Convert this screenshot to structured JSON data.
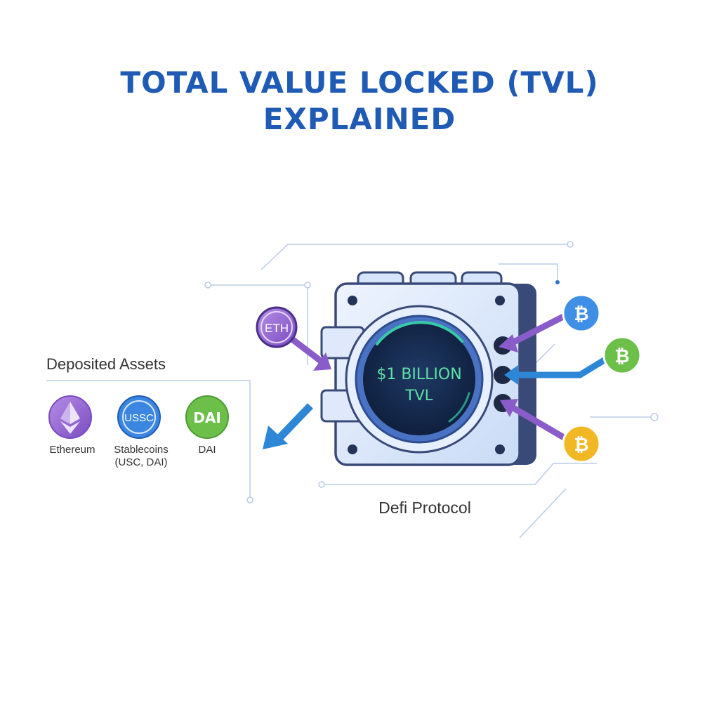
{
  "title": {
    "line1": "TOTAL VALUE LOCKED (TVL)",
    "line2": "EXPLAINED"
  },
  "vault": {
    "value_line1": "$1 BILLION",
    "value_line2": "TVL",
    "label": "Defi Protocol"
  },
  "inflow_tokens": {
    "eth": "ETH",
    "btc_symbol": "₿"
  },
  "legend": {
    "heading": "Deposited Assets",
    "items": [
      {
        "badge": "",
        "caption": "Ethereum",
        "icon": "ethereum-icon"
      },
      {
        "badge": "USSC",
        "caption": "Stablecoins (USC, DAI)",
        "caption_line1": "Stablecoins",
        "caption_line2": "(USC, DAI)",
        "icon": "usdc-icon"
      },
      {
        "badge": "DAI",
        "caption": "DAI",
        "icon": "dai-icon"
      }
    ]
  },
  "colors": {
    "title": "#1f5ab5",
    "purple": "#8a5cc9",
    "blue": "#2e86d6",
    "green": "#6cc04a",
    "gold": "#f2b824",
    "vault_body": "#dce8fb",
    "vault_dark": "#3a4a78",
    "screen_text": "#5fe0a6"
  }
}
